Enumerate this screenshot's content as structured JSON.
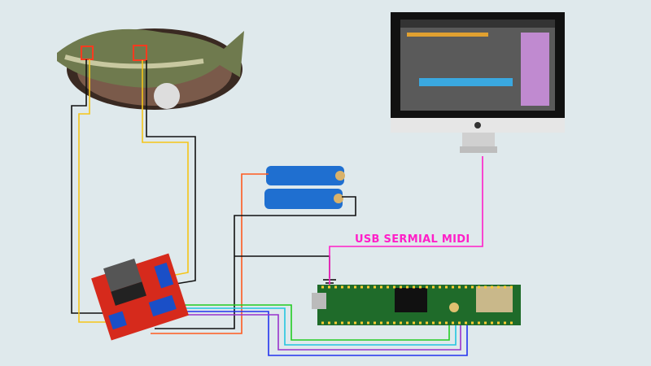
{
  "labels": {
    "usb_link": "USB SERMIAL MIDI"
  },
  "colors": {
    "background": "#dfe9ec",
    "usb_wire": "#ff1fc8",
    "power_wire": "#ff5a1f",
    "motor_wire_yellow": "#f5c518",
    "ground_wire": "#111111",
    "signal_wires": [
      "#22cc22",
      "#22c6e0",
      "#2233ee",
      "#9933cc"
    ],
    "board_red": "#d62a1c",
    "board_green": "#1f6b2a",
    "battery_blue": "#1f6fd0"
  },
  "components": [
    "singing-fish",
    "battery-pack",
    "motor-driver",
    "microcontroller",
    "computer-monitor"
  ]
}
